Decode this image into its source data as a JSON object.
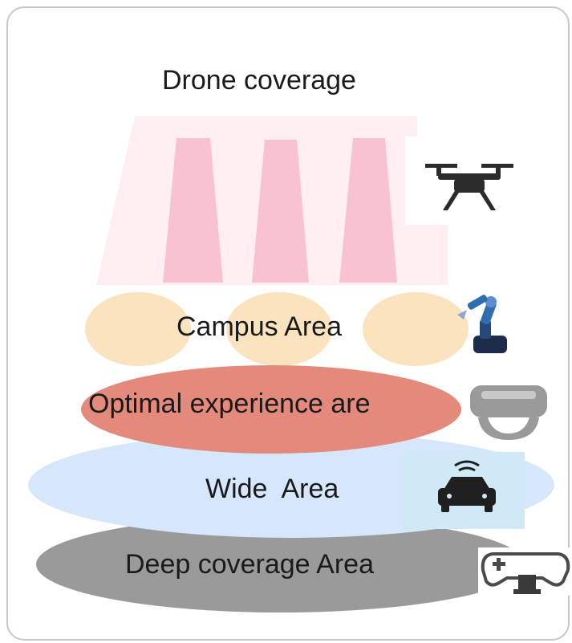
{
  "title": "Drone coverage",
  "layers": [
    {
      "id": "campus",
      "label": "Campus Area",
      "color": "#fbe3c0",
      "icon": "robot-arm-icon"
    },
    {
      "id": "optimal",
      "label": "Optimal experience are",
      "color": "#e48a7c",
      "icon": "vr-headset-icon"
    },
    {
      "id": "wide",
      "label": "Wide  Area",
      "color": "#d6e6fb",
      "icon": "connected-car-icon"
    },
    {
      "id": "deep",
      "label": "Deep coverage Area",
      "color": "#9a9a9a",
      "icon": "gamepad-icon"
    }
  ],
  "drone": {
    "icon": "drone-icon",
    "beam_color": "#f9c2d2",
    "fill_color": "#ffeef2"
  }
}
